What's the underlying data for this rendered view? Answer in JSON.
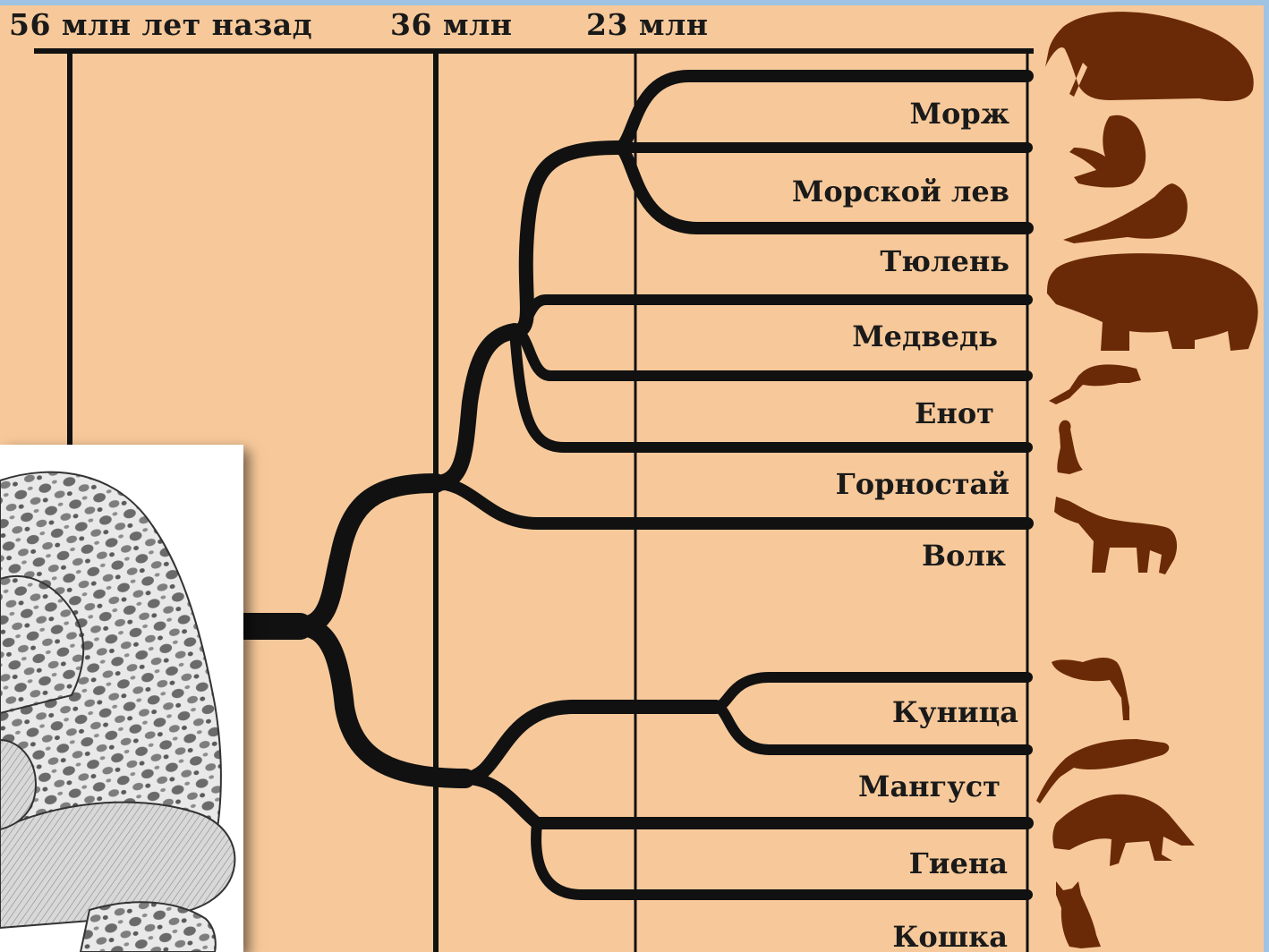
{
  "time_axis": {
    "labels": [
      "56 млн лет назад",
      "36 млн",
      "23 млн"
    ]
  },
  "taxa": [
    "Морж",
    "Морской лев",
    "Тюлень",
    "Медведь",
    "Енот",
    "Горностай",
    "Волк",
    "Куница",
    "Мангуст",
    "Гиена",
    "Кошка"
  ],
  "colors": {
    "background": "#f7c99a",
    "tree": "#111111",
    "silhouette": "#6b2a07",
    "frame": "#9ec3e3"
  },
  "icons": [
    "walrus-silhouette",
    "sea-lion-silhouette",
    "seal-silhouette",
    "bear-silhouette",
    "raccoon-silhouette",
    "stoat-silhouette",
    "wolf-silhouette",
    "marten-silhouette",
    "mongoose-silhouette",
    "hyena-silhouette",
    "cat-silhouette"
  ]
}
